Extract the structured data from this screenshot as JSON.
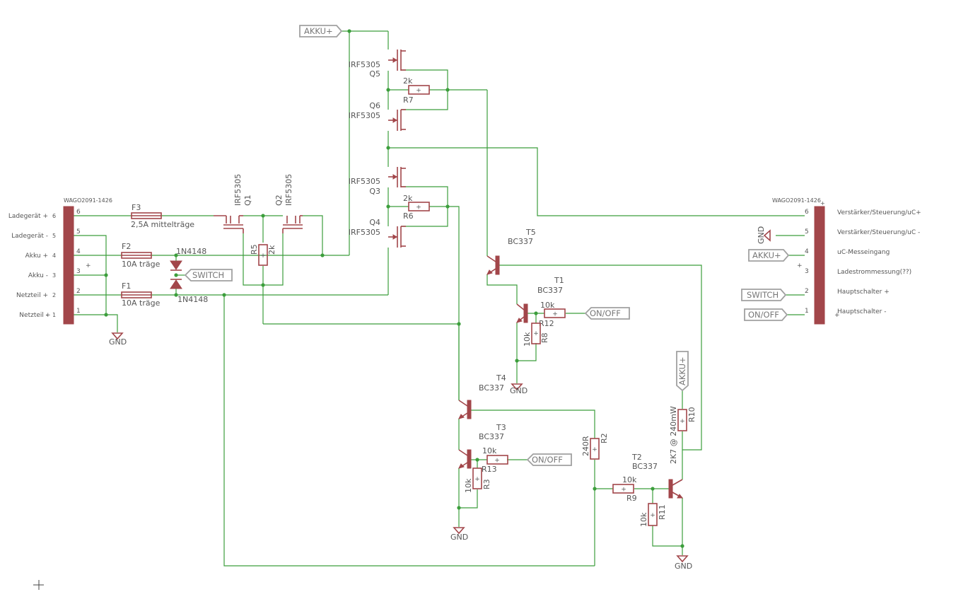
{
  "connectors": {
    "left": {
      "part": "WAGO2091-1426",
      "pins": [
        {
          "num": "6",
          "label": "Ladegerät +"
        },
        {
          "num": "5",
          "label": "Ladegerät -"
        },
        {
          "num": "4",
          "label": "Akku +"
        },
        {
          "num": "3",
          "label": "Akku -"
        },
        {
          "num": "2",
          "label": "Netzteil +"
        },
        {
          "num": "1",
          "label": "Netzteil -"
        }
      ]
    },
    "right": {
      "part": "WAGO2091-1426",
      "pins": [
        {
          "num": "6",
          "label": "Verstärker/Steuerung/uC+"
        },
        {
          "num": "5",
          "label": "Verstärker/Steuerung/uC -"
        },
        {
          "num": "4",
          "label": "uC-Messeingang"
        },
        {
          "num": "3",
          "label": "Ladestrommessung(??)"
        },
        {
          "num": "2",
          "label": "Hauptschalter +"
        },
        {
          "num": "1",
          "label": "Hauptschalter -"
        }
      ]
    }
  },
  "fuses": {
    "f3": {
      "name": "F3",
      "value": "2,5A mittelträge"
    },
    "f2": {
      "name": "F2",
      "value": "10A träge"
    },
    "f1": {
      "name": "F1",
      "value": "10A träge"
    }
  },
  "diodes": {
    "d1": "1N4148",
    "d2": "1N4148"
  },
  "mosfets": {
    "q1": {
      "name": "Q1",
      "type": "IRF5305"
    },
    "q2": {
      "name": "Q2",
      "type": "IRF5305"
    },
    "q3": {
      "name": "Q3",
      "type": "IRF5305"
    },
    "q4": {
      "name": "Q4",
      "type": "IRF5305"
    },
    "q5": {
      "name": "Q5",
      "type": "IRF5305"
    },
    "q6": {
      "name": "Q6",
      "type": "IRF5305"
    }
  },
  "transistors": {
    "t1": {
      "name": "T1",
      "type": "BC337"
    },
    "t2": {
      "name": "T2",
      "type": "BC337"
    },
    "t3": {
      "name": "T3",
      "type": "BC337"
    },
    "t4": {
      "name": "T4",
      "type": "BC337"
    },
    "t5": {
      "name": "T5",
      "type": "BC337"
    }
  },
  "resistors": {
    "r2": {
      "name": "R2",
      "value": "240R"
    },
    "r3": {
      "name": "R3",
      "value": "10k"
    },
    "r5": {
      "name": "R5",
      "value": "2k"
    },
    "r6": {
      "name": "R6",
      "value": "2k"
    },
    "r7": {
      "name": "R7",
      "value": "2k"
    },
    "r8": {
      "name": "R8",
      "value": "10k"
    },
    "r9": {
      "name": "R9",
      "value": "10k"
    },
    "r10": {
      "name": "R10",
      "value": "2K7 @ 240mW"
    },
    "r11": {
      "name": "R11",
      "value": "10k"
    },
    "r12": {
      "name": "R12",
      "value": "10k"
    },
    "r13": {
      "name": "R13",
      "value": "10k"
    }
  },
  "flags": {
    "akku": "AKKU+",
    "switch": "SWITCH",
    "onoff": "ON/OFF"
  },
  "gnd": "GND",
  "colors": {
    "wire": "#3c9e3c",
    "symbol": "#a2464a",
    "text": "#555555",
    "flag": "#a0a0a0"
  }
}
